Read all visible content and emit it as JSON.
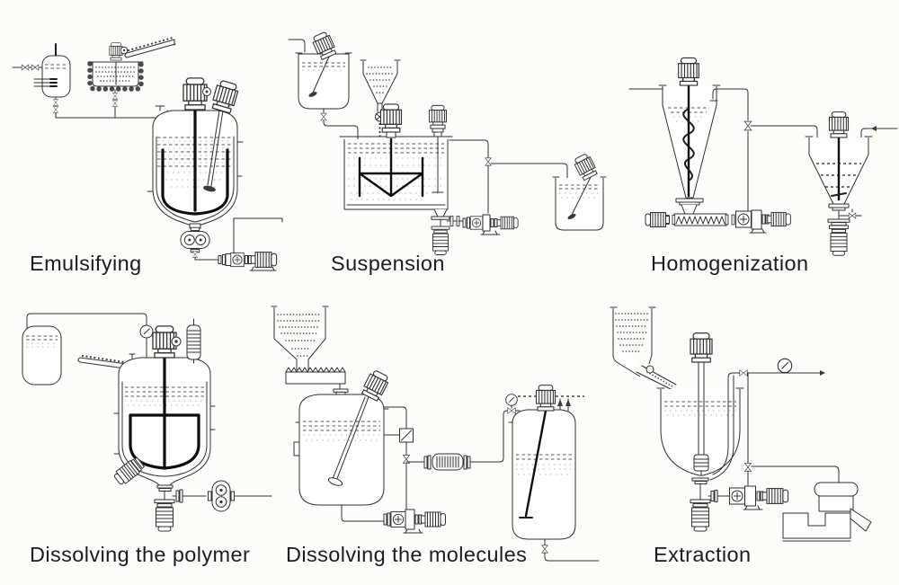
{
  "figure": {
    "background_color": "#fcfcf9",
    "line_color": "#2f2f2f",
    "emphasis_color": "#0d0d0d"
  },
  "panels": [
    {
      "id": "emulsifying",
      "label": "Emulsifying"
    },
    {
      "id": "suspension",
      "label": "Suspension"
    },
    {
      "id": "homogenization",
      "label": "Homogenization"
    },
    {
      "id": "dissolving-polymer",
      "label": "Dissolving the polymer"
    },
    {
      "id": "dissolving-molecules",
      "label": "Dissolving the molecules"
    },
    {
      "id": "extraction",
      "label": "Extraction"
    }
  ]
}
